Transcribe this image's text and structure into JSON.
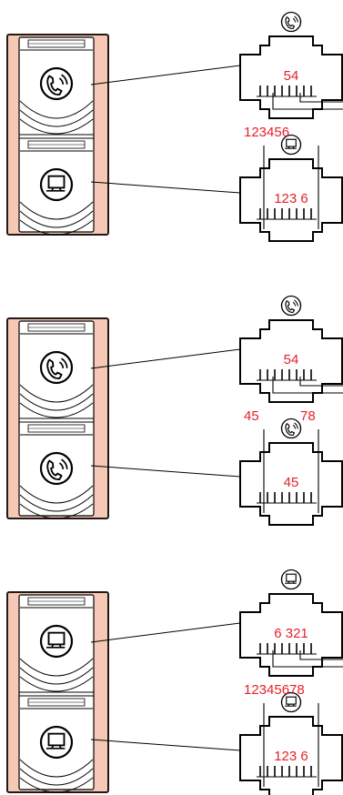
{
  "colors": {
    "plate_fill": "#f5c9b5",
    "plate_stroke": "#231815",
    "label": "#e8202a",
    "line": "#000000"
  },
  "icons": {
    "phone": "phone-handset-icon",
    "computer": "computer-monitor-icon"
  },
  "panels": [
    {
      "top_module": "phone",
      "bottom_module": "computer",
      "top_jack_icon": "phone",
      "bottom_jack_icon": "computer",
      "top_jack_label": "54",
      "mid_label_left": "123456",
      "mid_label_right": "",
      "bottom_jack_label": "123 6"
    },
    {
      "top_module": "phone",
      "bottom_module": "phone",
      "top_jack_icon": "phone",
      "bottom_jack_icon": "phone",
      "top_jack_label": "54",
      "mid_label_left": "45",
      "mid_label_right": "78",
      "bottom_jack_label": "45"
    },
    {
      "top_module": "computer",
      "bottom_module": "computer",
      "top_jack_icon": "computer",
      "bottom_jack_icon": "computer",
      "top_jack_label": "6 321",
      "mid_label_left": "12345678",
      "mid_label_right": "",
      "bottom_jack_label": "123 6"
    }
  ]
}
